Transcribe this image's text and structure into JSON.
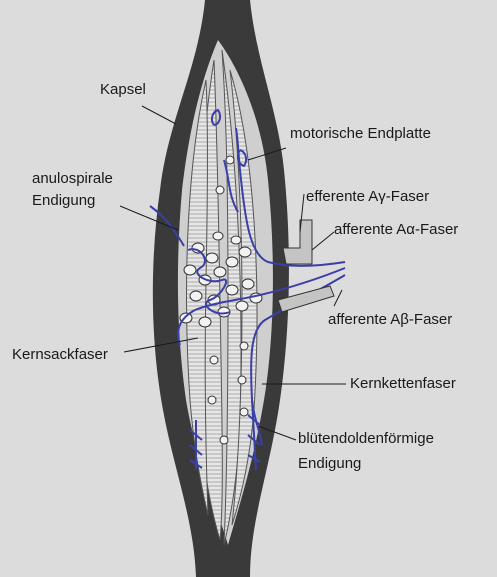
{
  "labels": {
    "kapsel": "Kapsel",
    "motorische_endplatte": "motorische Endplatte",
    "anulospirale_line1": "anulospirale",
    "anulospirale_line2": "Endigung",
    "efferente_a_gamma": "efferente Aγ-Faser",
    "afferente_a_alpha": "afferente Aα-Faser",
    "afferente_a_beta": "afferente Aβ-Faser",
    "kernsackfaser": "Kernsackfaser",
    "kernkettenfaser": "Kernkettenfaser",
    "bluetendolden_line1": "blütendoldenförmige",
    "bluetendolden_line2": "Endigung"
  },
  "colors": {
    "background": "#dcdcdc",
    "capsule": "#3a3a3a",
    "fiber": "#d9d9d9",
    "nerve": "#3b3fa8",
    "ink": "#1a1a1a"
  }
}
